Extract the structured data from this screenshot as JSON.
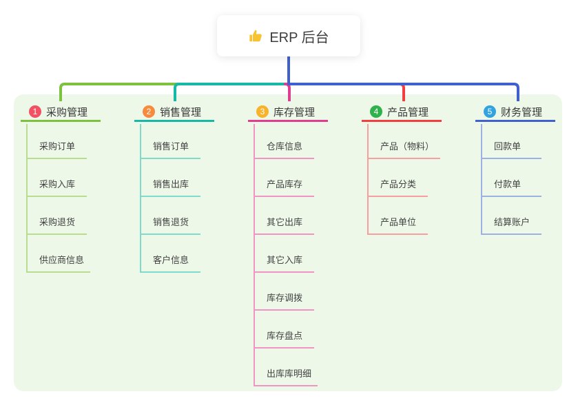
{
  "root": {
    "label": "ERP 后台",
    "icon": "thumbs-up"
  },
  "branches": [
    {
      "number": "1",
      "label": "采购管理",
      "badge_color": "#f25163",
      "line_color": "#7cc23f",
      "child_line_color": "#b9dd8e",
      "children": [
        "采购订单",
        "采购入库",
        "采购退货",
        "供应商信息"
      ]
    },
    {
      "number": "2",
      "label": "销售管理",
      "badge_color": "#f78b3d",
      "line_color": "#16b9a6",
      "child_line_color": "#7edacb",
      "children": [
        "销售订单",
        "销售出库",
        "销售退货",
        "客户信息"
      ]
    },
    {
      "number": "3",
      "label": "库存管理",
      "badge_color": "#f7b32b",
      "line_color": "#df3e90",
      "child_line_color": "#f094c4",
      "children": [
        "仓库信息",
        "产品库存",
        "其它出库",
        "其它入库",
        "库存调拨",
        "库存盘点",
        "出库库明细"
      ]
    },
    {
      "number": "4",
      "label": "产品管理",
      "badge_color": "#2fb24c",
      "line_color": "#f23e3e",
      "child_line_color": "#f79f9f",
      "children": [
        "产品（物料）",
        "产品分类",
        "产品单位"
      ]
    },
    {
      "number": "5",
      "label": "财务管理",
      "badge_color": "#33a3e0",
      "line_color": "#4060d0",
      "child_line_color": "#9bb1e4",
      "children": [
        "回款单",
        "付款单",
        "结算账户"
      ]
    }
  ],
  "colors": {
    "page_bg": "#ffffff",
    "panel_bg": "#eef8e9",
    "root_connector": "#4060d0",
    "title_text": "#383838",
    "child_text": "#424242",
    "thumb_icon": "#f7c331"
  }
}
